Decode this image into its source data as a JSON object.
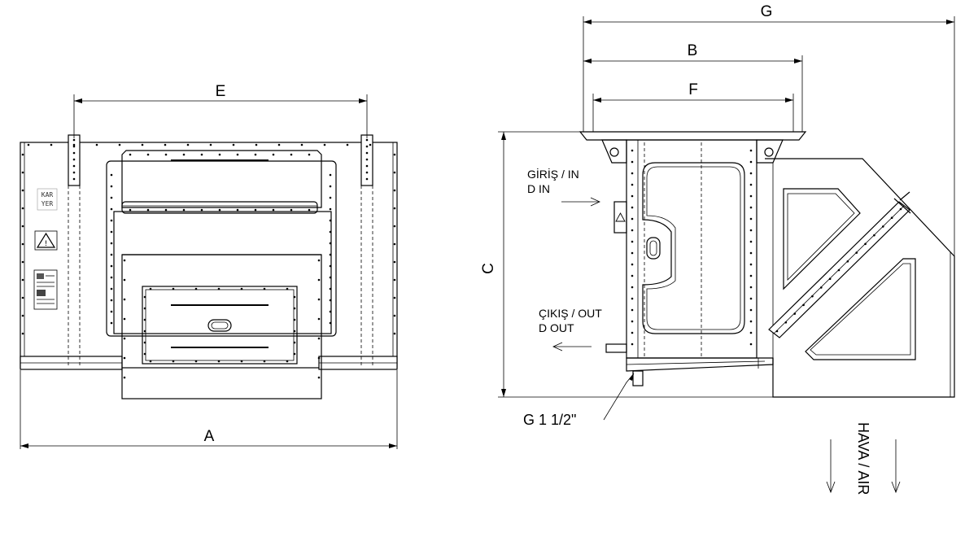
{
  "dimensions": {
    "a": "A",
    "b": "B",
    "c": "C",
    "e": "E",
    "f": "F",
    "g": "G"
  },
  "labels": {
    "inlet_line1": "GİRİŞ / IN",
    "inlet_line2": "D  IN",
    "outlet_line1": "ÇIKIŞ / OUT",
    "outlet_line2": "D  OUT",
    "drain": "G 1 1/2\"",
    "airflow": "HAVA / AIR"
  },
  "brand_logo": {
    "line1": "KAR",
    "line2": "YER"
  },
  "icons": [
    "warning-triangle-icon",
    "flow-arrow-icon",
    "air-direction-arrow-icon"
  ]
}
